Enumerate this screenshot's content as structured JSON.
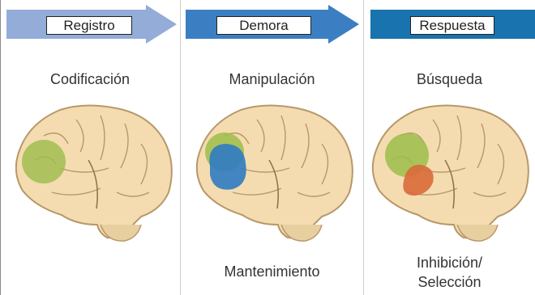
{
  "stages": [
    {
      "label": "Registro",
      "top_caption": "Codificación",
      "bottom_caption": "",
      "color": "#8fa9d6",
      "region": "green"
    },
    {
      "label": "Demora",
      "top_caption": "Manipulación",
      "bottom_caption": "Mantenimiento",
      "color": "#3d7fc1",
      "region": "green-blue"
    },
    {
      "label": "Respuesta",
      "top_caption": "Búsqueda",
      "bottom_caption_line1": "Inhibición/",
      "bottom_caption_line2": "Selección",
      "color": "#1873ae",
      "region": "green-orange"
    }
  ],
  "colors": {
    "green": "#9cbd4b",
    "blue": "#2f7bc2",
    "orange": "#d96a3a",
    "brain": "#f4dcb0",
    "brain_outline": "#b79869"
  }
}
